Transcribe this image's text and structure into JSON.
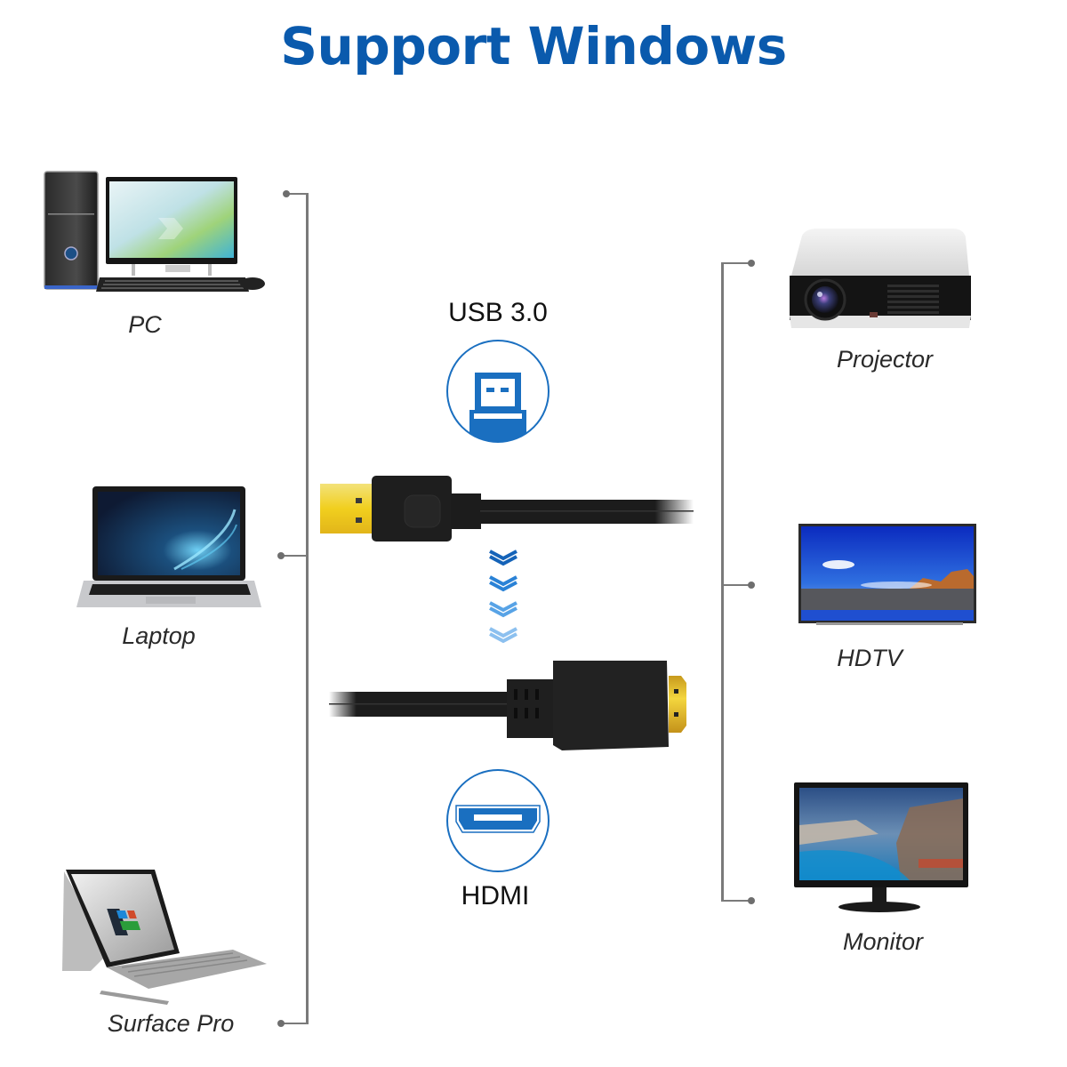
{
  "title": "Support Windows",
  "colors": {
    "title_blue": "#0a5aad",
    "icon_blue": "#1a6fc0",
    "connector_gray": "#7a7a7a",
    "gold": "#f1cf1e",
    "cable_black": "#1c1c1c"
  },
  "cable": {
    "top_connector": {
      "label": "USB 3.0",
      "icon": "usb-icon"
    },
    "bottom_connector": {
      "label": "HDMI",
      "icon": "hdmi-icon"
    },
    "direction_icon": "chevron-down-icon",
    "chevron_count": 4
  },
  "left_devices": [
    {
      "label": "PC",
      "icon": "desktop-pc-icon"
    },
    {
      "label": "Laptop",
      "icon": "laptop-icon"
    },
    {
      "label": "Surface Pro",
      "icon": "tablet-icon"
    }
  ],
  "right_devices": [
    {
      "label": "Projector",
      "icon": "projector-icon"
    },
    {
      "label": "HDTV",
      "icon": "tv-icon"
    },
    {
      "label": "Monitor",
      "icon": "monitor-icon"
    }
  ]
}
